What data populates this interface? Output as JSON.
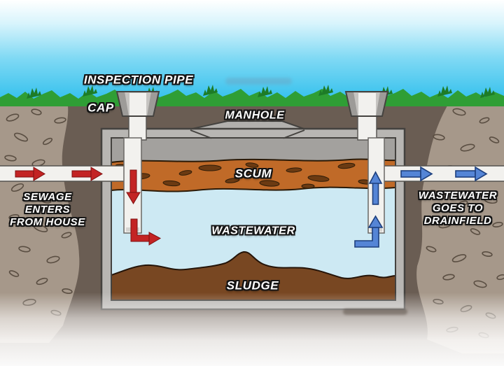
{
  "diagram": {
    "subject": "septic-tank-cross-section",
    "labels": {
      "inspection_pipe": "INSPECTION PIPE",
      "cap": "CAP",
      "manhole": "MANHOLE",
      "scum": "SCUM",
      "wastewater": "WASTEWATER",
      "sludge": "SLUDGE"
    },
    "captions": {
      "inlet_lines": [
        "SEWAGE",
        "ENTERS",
        "FROM HOUSE"
      ],
      "outlet_lines": [
        "WASTEWATER",
        "GOES TO",
        "DRAINFIELD"
      ]
    },
    "icons": {
      "inflow_pipe_arrows": "red-arrow-right",
      "inlet_baffle_arrow": "red-arrow-down",
      "inlet_turn_arrow": "red-arrow-elbow-right",
      "outlet_baffle_arrow": "blue-arrow-up",
      "outlet_turn_arrow": "blue-arrow-elbow-up",
      "outflow_pipe_arrows": "blue-arrow-right"
    },
    "colors": {
      "sky_top": "#ffffff",
      "sky_bottom": "#29bdec",
      "grass": "#2f9e35",
      "grass_dark": "#1d7c27",
      "soil_dark": "#6a5d53",
      "soil_trench": "#a6988a",
      "stone_outline": "#5a4e42",
      "tank_concrete": "#b8b6b3",
      "tank_lid_inner": "#a3a19e",
      "scum": "#c06a28",
      "scum_blob": "#6b3a12",
      "wastewater": "#cde9f3",
      "sludge": "#784722",
      "pipe_white": "#f2f1ee",
      "inflow_arrow_red": "#c32424",
      "outflow_arrow_blue": "#5585d6"
    }
  }
}
